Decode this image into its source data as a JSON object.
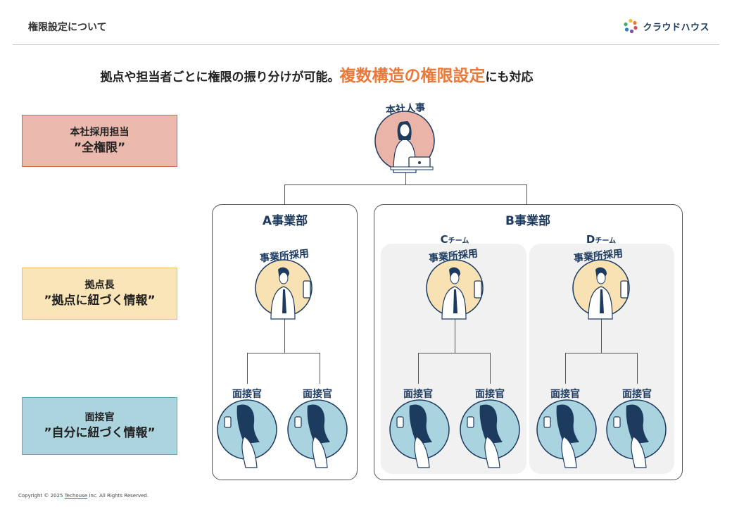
{
  "header": {
    "title": "権限設定について",
    "logo_text": "クラウドハウス"
  },
  "headline": {
    "pre": "拠点や担当者ごとに権限の振り分けが可能。",
    "accent": "複数構造の権限設定",
    "post": "にも対応"
  },
  "roles": [
    {
      "name": "本社採用担当",
      "scope": "”全権限”"
    },
    {
      "name": "拠点長",
      "scope": "”拠点に紐づく情報”"
    },
    {
      "name": "面接官",
      "scope": "”自分に紐づく情報”"
    }
  ],
  "org": {
    "hq_label": "本社人事",
    "dept_a": "A事業部",
    "dept_b": "B事業部",
    "team_c_letter": "C",
    "team_d_letter": "D",
    "team_suffix": "チーム",
    "office_label": "事業所採用",
    "interviewer_label": "面接官"
  },
  "colors": {
    "hq_circle": "#eab5a8",
    "manager_circle": "#f8e2b4",
    "interviewer_circle": "#a9d3df",
    "navy": "#1d3a5f",
    "accent": "#e8793a"
  },
  "footer": {
    "pre": "Copyright © 2025 ",
    "company": "Techouse",
    "post": " Inc. All Rights Reserved."
  }
}
